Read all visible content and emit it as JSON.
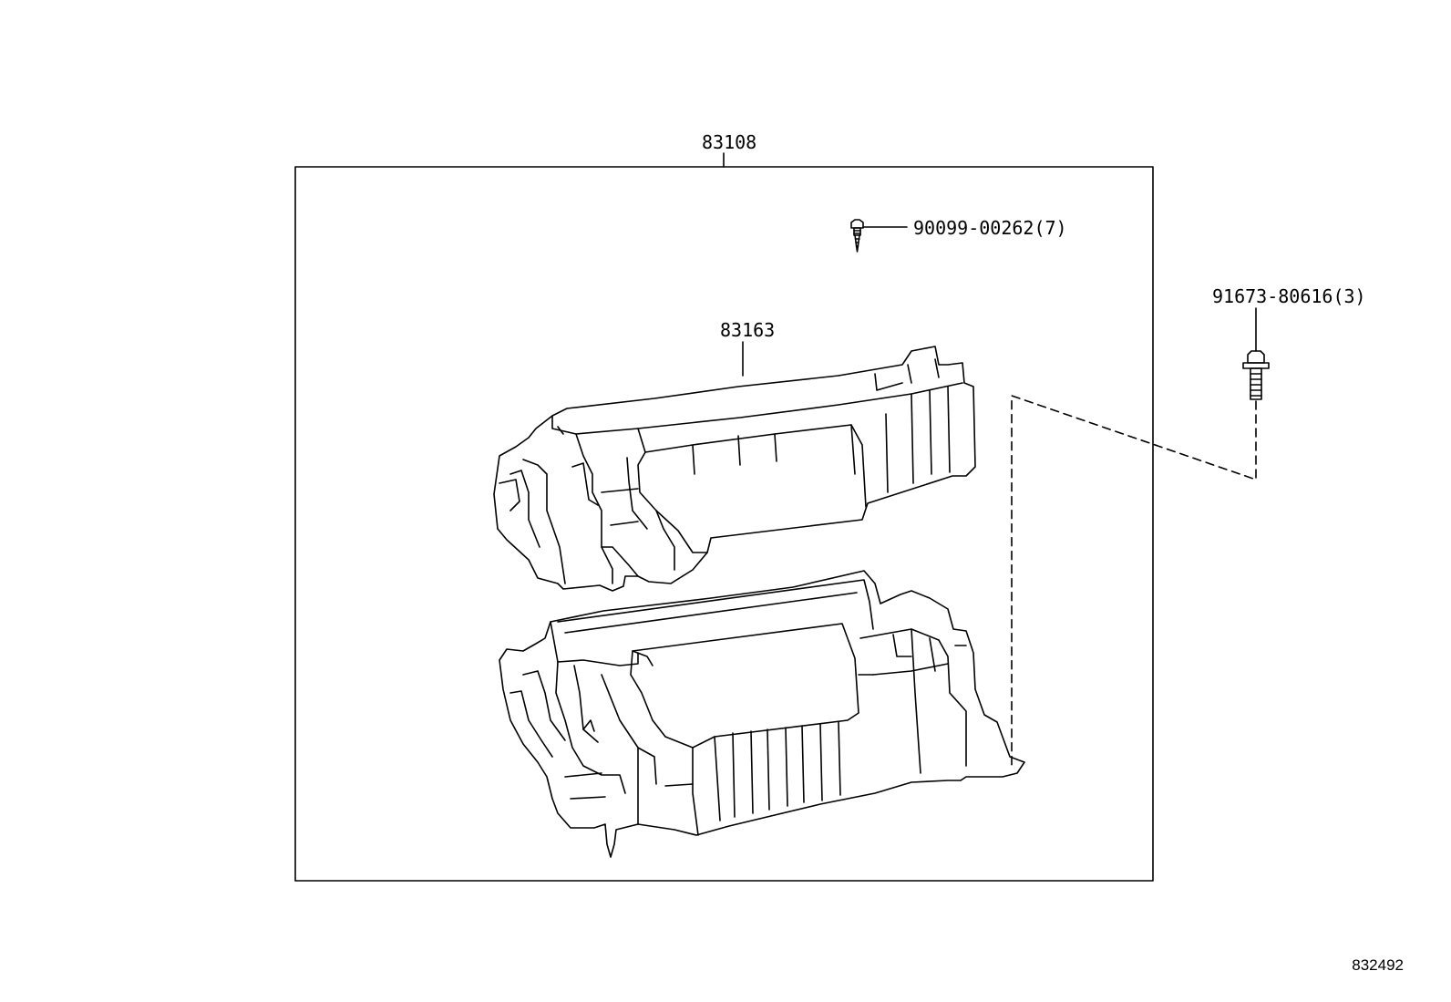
{
  "diagram": {
    "callouts": {
      "assembly": "83108",
      "housing_upper": "83163",
      "screw_inner": "90099-00262(7)",
      "bolt_outer": "91673-80616(3)"
    },
    "illustration_id": "832492"
  },
  "colors": {
    "line": "#000000",
    "background": "#ffffff"
  }
}
